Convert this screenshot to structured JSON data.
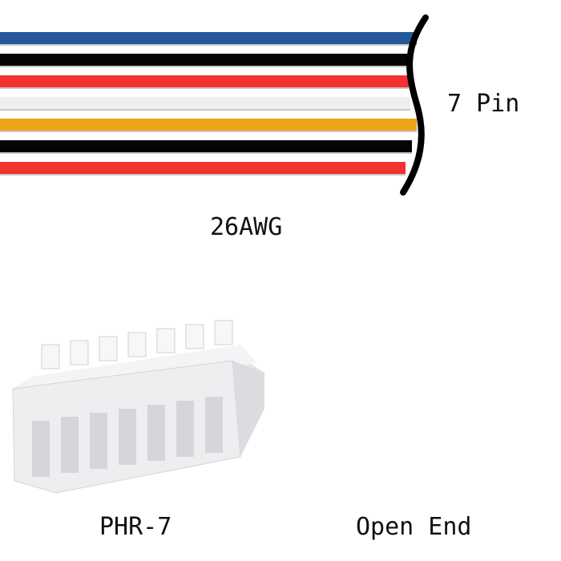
{
  "labels": {
    "pin_count": "7 Pin",
    "gauge": "26AWG",
    "connector": "PHR-7",
    "other_end": "Open End"
  },
  "wires": [
    {
      "color": "#245a9a"
    },
    {
      "color": "#050505"
    },
    {
      "color": "#f23131"
    },
    {
      "color": "#efefef"
    },
    {
      "color": "#eaa616"
    },
    {
      "color": "#050505"
    },
    {
      "color": "#f23131"
    }
  ]
}
